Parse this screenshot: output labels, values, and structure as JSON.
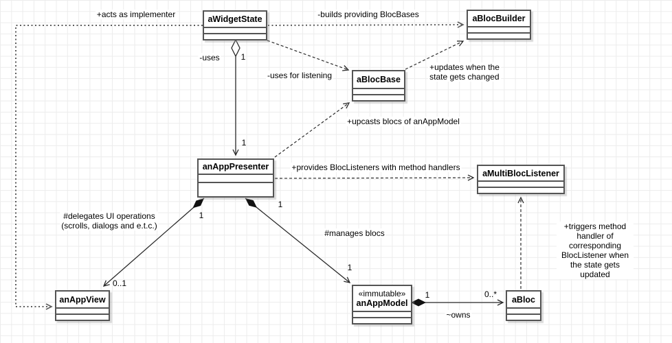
{
  "diagram": {
    "type": "uml-class-diagram",
    "classes": {
      "widget_state": {
        "name": "aWidgetState"
      },
      "bloc_builder": {
        "name": "aBlocBuilder"
      },
      "bloc_base": {
        "name": "aBlocBase"
      },
      "app_presenter": {
        "name": "anAppPresenter"
      },
      "multi_bloc_listener": {
        "name": "aMultiBlocListener"
      },
      "app_view": {
        "name": "anAppView"
      },
      "app_model": {
        "stereotype": "«immutable»",
        "name": "anAppModel"
      },
      "bloc": {
        "name": "aBloc"
      }
    },
    "edge_labels": {
      "acts_as_implementer": "+acts as implementer",
      "builds_providing": "-builds providing BlocBases",
      "uses": "-uses",
      "uses_for_listening": "-uses for listening",
      "updates_when_state_changed": "+updates when the\nstate gets changed",
      "upcasts_blocs": "+upcasts blocs of anAppModel",
      "provides_bloc_listeners": "+provides BlocListeners with method handlers",
      "delegates_ui_operations": "#delegates UI operations\n(scrolls, dialogs and e.t.c.)",
      "manages_blocs": "#manages blocs",
      "triggers_method_handler": "+triggers method handler of\ncorresponding BlocListener when\nthe state gets updated",
      "owns": "~owns"
    },
    "multiplicities": {
      "widget_uses_presenter_source": "1",
      "widget_uses_presenter_target": "1",
      "presenter_delegates_view_source": "1",
      "presenter_delegates_view_target": "0..1",
      "presenter_manages_model_source": "1",
      "presenter_manages_model_target": "1",
      "model_owns_bloc_source": "1",
      "model_owns_bloc_target": "0..*"
    },
    "colors": {
      "box_border": "#545454",
      "box_fill": "#ffffff",
      "connector": "#2a2a2a",
      "grid_line": "#ececec",
      "text": "#000000"
    }
  }
}
